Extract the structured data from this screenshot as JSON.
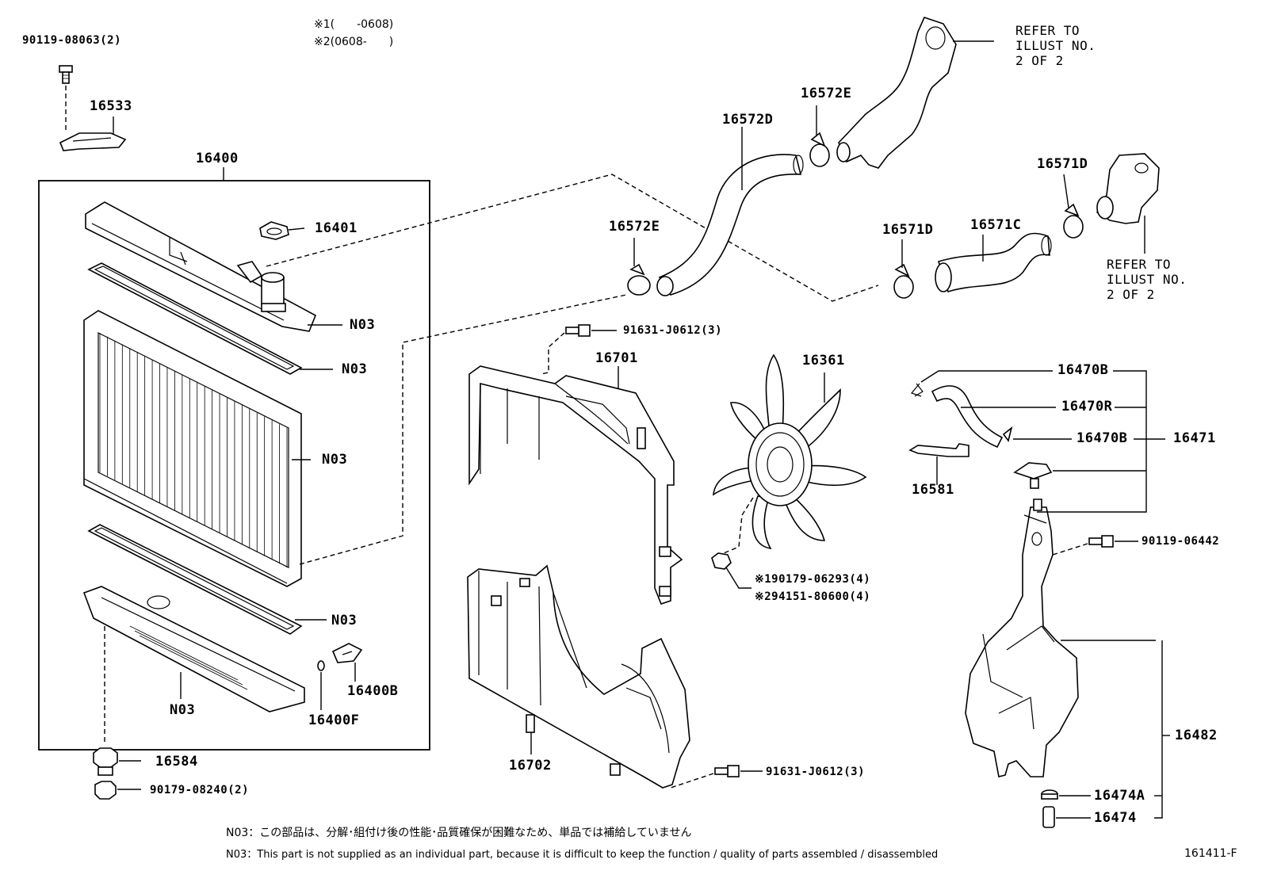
{
  "notes": {
    "variant1": "※1(　　-0608)",
    "variant2": "※2(0608-　　)",
    "n03_jp": "N03：この部品は、分解･組付け後の性能･品質確保が困難なため、単品では補給していません",
    "n03_en": "N03：This part is not supplied as an individual part, because it is difficult to keep the function / quality of parts assembled / disassembled",
    "figure_id": "161411-F"
  },
  "refer": {
    "top": [
      "REFER TO",
      "ILLUST NO.",
      "2 OF 2"
    ],
    "right": [
      "REFER TO",
      "ILLUST NO.",
      "2 OF 2"
    ]
  },
  "parts": {
    "p90119_08063": "90119-08063(2)",
    "p16533": "16533",
    "p16400": "16400",
    "p16401": "16401",
    "n03_a": "N03",
    "n03_b": "N03",
    "n03_c": "N03",
    "n03_d": "N03",
    "n03_e": "N03",
    "p16400b": "16400B",
    "p16400f": "16400F",
    "p16584": "16584",
    "p90179_08240": "90179-08240(2)",
    "p16572d": "16572D",
    "p16572e_top": "16572E",
    "p16572e_left": "16572E",
    "p16571d_right": "16571D",
    "p16571d_left": "16571D",
    "p16571c": "16571C",
    "p91631_top": "91631-J0612(3)",
    "p16701": "16701",
    "p16361": "16361",
    "p90179_06293": "※190179-06293(4)",
    "p94151_80600": "※294151-80600(4)",
    "p16702": "16702",
    "p91631_bottom": "91631-J0612(3)",
    "p16470b_top": "16470B",
    "p16470r": "16470R",
    "p16470b_mid": "16470B",
    "p16471": "16471",
    "p16581": "16581",
    "p90119_06442": "90119-06442",
    "p16482": "16482",
    "p16474a": "16474A",
    "p16474": "16474"
  }
}
